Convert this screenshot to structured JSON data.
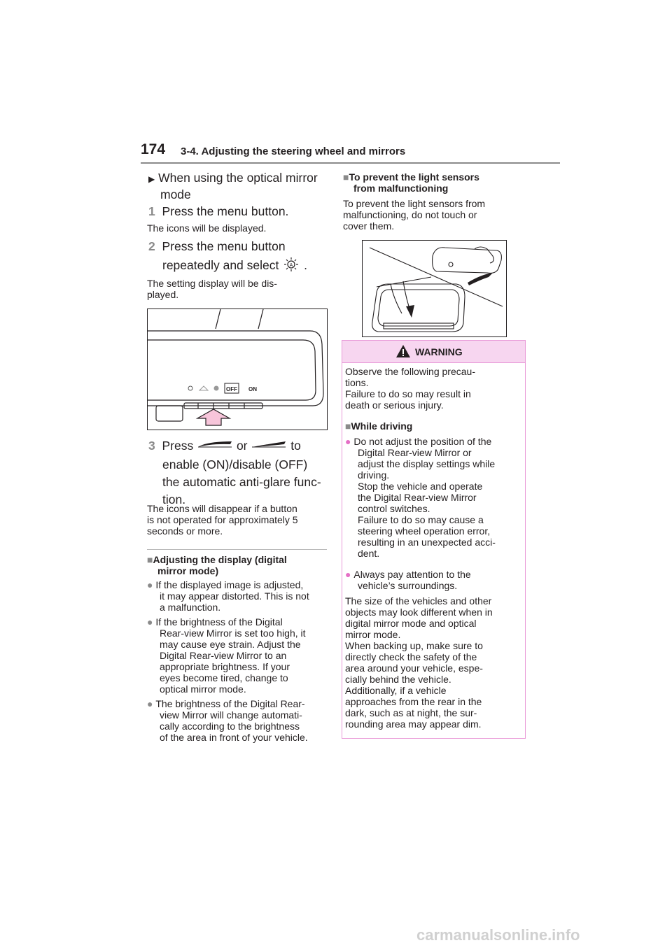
{
  "header": {
    "page_number": "174",
    "section": "3-4. Adjusting the steering wheel and mirrors"
  },
  "left": {
    "mode_heading_line1": "When using the optical mirror",
    "mode_heading_line2": "mode",
    "step1_num": "1",
    "step1_text": "Press the menu button.",
    "step1_note": "The icons will be displayed.",
    "step2_num": "2",
    "step2_line1": "Press the menu button",
    "step2_line2_pre": "repeatedly and select",
    "step2_line2_post": ".",
    "step2_note_line1": "The setting display will be dis-",
    "step2_note_line2": "played.",
    "figure1": {
      "off_label": "OFF",
      "on_label": "ON"
    },
    "step3_num": "3",
    "step3_press": "Press",
    "step3_or": "or",
    "step3_to": "to",
    "step3_line2": "enable (ON)/disable (OFF)",
    "step3_line3": "the automatic anti-glare func-",
    "step3_line4": "tion.",
    "step3_note_line1": "The icons will disappear if a button",
    "step3_note_line2": "is not operated for approximately 5",
    "step3_note_line3": "seconds or more.",
    "adjust_heading_line1": "Adjusting the display (digital",
    "adjust_heading_line2": "mirror mode)",
    "bullets": [
      {
        "lines": [
          "If the displayed image is adjusted,",
          "it may appear distorted. This is not",
          "a malfunction."
        ]
      },
      {
        "lines": [
          "If the brightness of the Digital",
          "Rear-view Mirror is set too high, it",
          "may cause eye strain. Adjust the",
          "Digital Rear-view Mirror to an",
          "appropriate brightness. If your",
          "eyes become tired, change to",
          "optical mirror mode."
        ]
      },
      {
        "lines": [
          "The brightness of the Digital Rear-",
          "view Mirror will change automati-",
          "cally according to the brightness",
          "of the area in front of your vehicle."
        ]
      }
    ]
  },
  "right": {
    "sensor_heading_line1": "To prevent the light sensors",
    "sensor_heading_line2": "from malfunctioning",
    "sensor_text_line1": "To prevent the light sensors from",
    "sensor_text_line2": "malfunctioning, do not touch or",
    "sensor_text_line3": "cover them.",
    "warning": {
      "title": "WARNING",
      "intro": [
        "Observe the following precau-",
        "tions.",
        "Failure to do so may result in",
        "death or serious injury."
      ],
      "sub_heading": "While driving",
      "bullet1": [
        "Do not adjust the position of the",
        "Digital Rear-view Mirror or",
        "adjust the display settings while",
        "driving.",
        "Stop the vehicle and operate",
        "the Digital Rear-view Mirror",
        "control switches.",
        "Failure to do so may cause a",
        "steering wheel operation error,",
        "resulting in an unexpected acci-",
        "dent."
      ],
      "bullet2": [
        "Always pay attention to the",
        "vehicle’s surroundings."
      ],
      "closing": [
        "The size of the vehicles and other",
        "objects may look different when in",
        "digital mirror mode and optical",
        "mirror mode.",
        "When backing up, make sure to",
        "directly check the safety of the",
        "area around your vehicle, espe-",
        "cially behind the vehicle.",
        "Additionally, if a vehicle",
        "approaches from the rear in the",
        "dark, such as at night, the sur-",
        "rounding area may appear dim."
      ]
    }
  },
  "colors": {
    "accent_gray": "#8a8a8a",
    "warning_border": "#e99ad8",
    "warning_fill": "#f7d6f0",
    "arrow_fill": "#f7c5da"
  },
  "watermark": "carmanualsonline.info"
}
